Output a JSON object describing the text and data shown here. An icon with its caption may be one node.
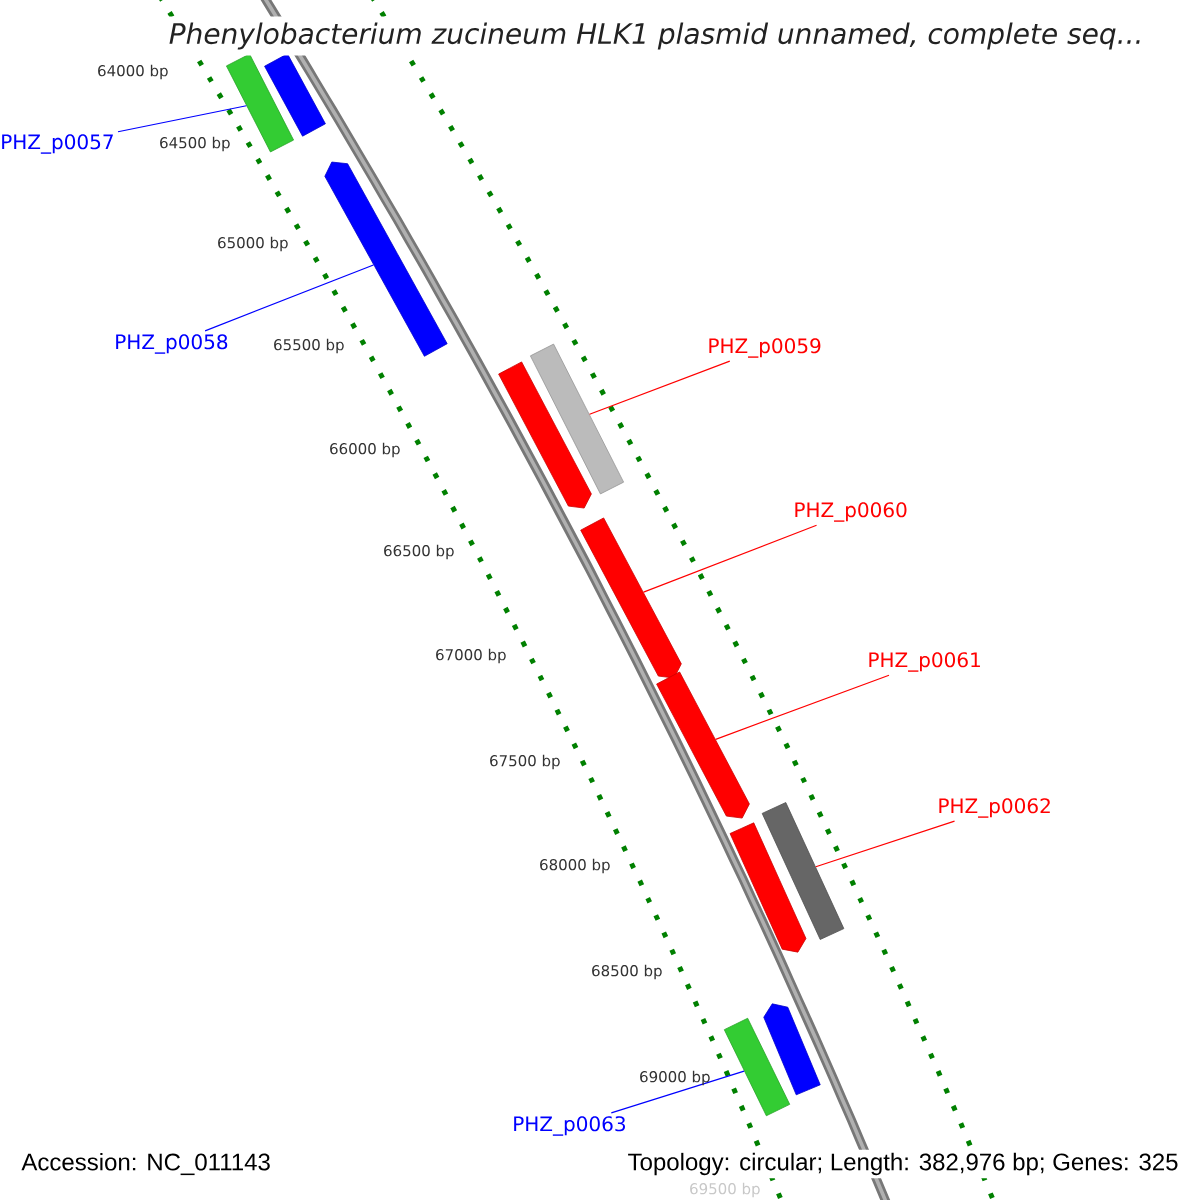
{
  "diagram": {
    "title": "Phenylobacterium zucineum HLK1 plasmid unnamed, complete seq...",
    "nodes": [
      {
        "text": [],
        "shape": "bar"
      },
      {
        "text": [],
        "shape": "bar"
      },
      {
        "text": [],
        "shape": "bar"
      },
      {
        "text": [],
        "shape": "bar"
      },
      {
        "text": [],
        "shape": "bar"
      },
      {
        "text": [],
        "shape": "bar"
      },
      {
        "text": [],
        "shape": "bar"
      },
      {
        "text": [],
        "shape": "bar"
      },
      {
        "text": [],
        "shape": "bar"
      },
      {
        "text": [],
        "shape": "bar"
      },
      {
        "text": [],
        "shape": "bar"
      },
      {
        "text": [
          "PHZ_p0057"
        ]
      },
      {
        "text": [
          "PHZ_p0058"
        ]
      },
      {
        "text": [
          "PHZ_p0059"
        ]
      },
      {
        "text": [
          "PHZ_p0060"
        ]
      },
      {
        "text": [
          "PHZ_p0061"
        ]
      },
      {
        "text": [
          "PHZ_p0062"
        ]
      },
      {
        "text": [
          "PHZ_p0063"
        ]
      }
    ],
    "edges": [
      {
        "from": 11,
        "to": 0,
        "arrow": "none",
        "color": "#0000ff"
      },
      {
        "from": 12,
        "to": 2,
        "arrow": "none",
        "color": "#0000ff"
      },
      {
        "from": 13,
        "to": 4,
        "arrow": "none"
      },
      {
        "from": 14,
        "to": 5,
        "arrow": "none"
      },
      {
        "from": 15,
        "to": 6,
        "arrow": "none"
      },
      {
        "from": 16,
        "to": 8,
        "arrow": "none"
      },
      {
        "from": 17,
        "to": 9,
        "arrow": "none",
        "color": "#0000ff"
      }
    ],
    "labels": [
      "64000 bp",
      "64500 bp",
      "65000 bp",
      "65500 bp",
      "66000 bp",
      "66500 bp",
      "67000 bp",
      "67500 bp",
      "68000 bp",
      "68500 bp",
      "69000 bp",
      "Accession: NC_011143",
      "Topology: circular; Length: 382,976 bp; Genes: 325",
      "69500 bp"
    ]
  }
}
